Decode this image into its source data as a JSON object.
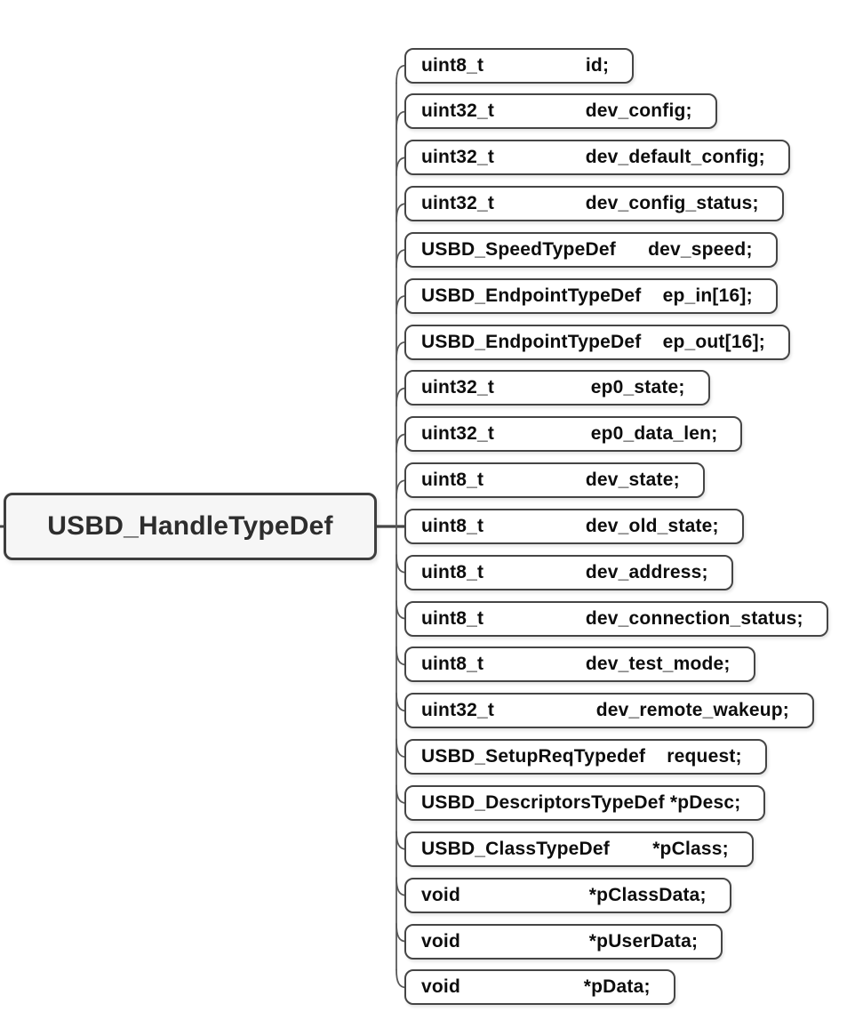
{
  "diagram": {
    "root": {
      "label": "USBD_HandleTypeDef"
    },
    "members": [
      "uint8_t                   id;",
      "uint32_t                 dev_config;",
      "uint32_t                 dev_default_config;",
      "uint32_t                 dev_config_status;",
      "USBD_SpeedTypeDef      dev_speed;",
      "USBD_EndpointTypeDef    ep_in[16];",
      "USBD_EndpointTypeDef    ep_out[16];",
      "uint32_t                  ep0_state;",
      "uint32_t                  ep0_data_len;",
      "uint8_t                   dev_state;",
      "uint8_t                   dev_old_state;",
      "uint8_t                   dev_address;",
      "uint8_t                   dev_connection_status;",
      "uint8_t                   dev_test_mode;",
      "uint32_t                   dev_remote_wakeup;",
      "USBD_SetupReqTypedef    request;",
      "USBD_DescriptorsTypeDef *pDesc;",
      "USBD_ClassTypeDef        *pClass;",
      "void                        *pClassData;",
      "void                        *pUserData;",
      "void                       *pData;"
    ]
  },
  "colors": {
    "canvas": "#ffffff",
    "node_fill": "#ffffff",
    "node_border": "#454545",
    "root_fill": "#f6f6f6",
    "root_border": "#3e3e3e",
    "line": "#595959",
    "root_line": "#474747",
    "text": "#0d0d0d",
    "root_text": "#2d2d2d"
  }
}
